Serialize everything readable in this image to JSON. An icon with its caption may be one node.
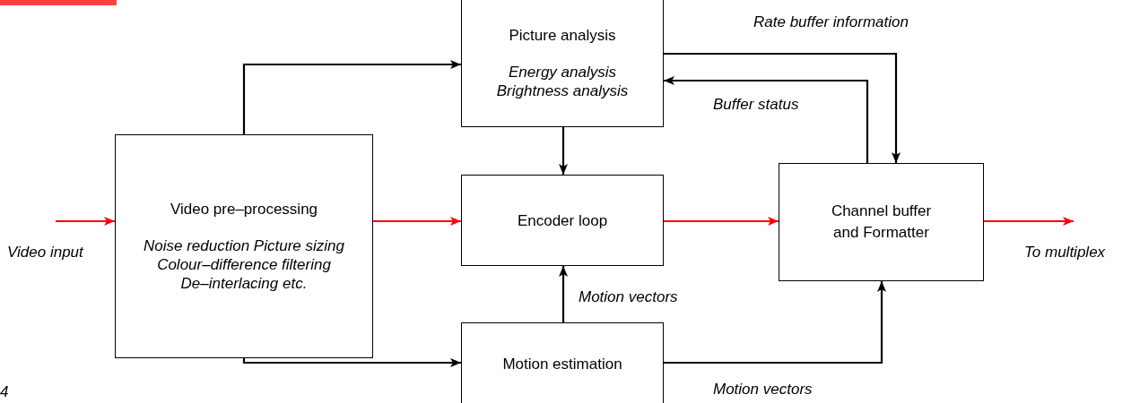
{
  "diagram": {
    "nodes": [
      {
        "text": [
          "Video pre–processing",
          "Noise reduction Picture sizing Colour–difference filtering De–interlacing etc."
        ]
      },
      {
        "text": [
          "Picture analysis",
          "Energy analysis Brightness analysis"
        ]
      },
      {
        "text": [
          "Encoder loop"
        ]
      },
      {
        "text": [
          "Motion estimation"
        ]
      },
      {
        "text": [
          "Channel buffer and Formatter"
        ]
      }
    ],
    "edges": [
      {
        "from": null,
        "to": 0,
        "arrow": "to",
        "color": "#ff0000"
      },
      {
        "from": 0,
        "to": 1,
        "arrow": "to"
      },
      {
        "from": 0,
        "to": 2,
        "arrow": "to",
        "color": "#ff0000"
      },
      {
        "from": 0,
        "to": 3,
        "arrow": "to"
      },
      {
        "from": 1,
        "to": 2,
        "arrow": "to"
      },
      {
        "from": 3,
        "to": 2,
        "arrow": "to",
        "label": "Motion vectors"
      },
      {
        "from": 2,
        "to": 4,
        "arrow": "to",
        "color": "#ff0000"
      },
      {
        "from": 1,
        "to": 4,
        "arrow": "to",
        "label": "Rate buffer information"
      },
      {
        "from": 4,
        "to": 1,
        "arrow": "to",
        "label": "Buffer status"
      },
      {
        "from": 3,
        "to": 4,
        "arrow": "to",
        "label": "Motion vectors"
      },
      {
        "from": 4,
        "to": null,
        "arrow": "to",
        "color": "#ff0000"
      }
    ],
    "labels": [
      "Video input",
      "To multiplex",
      "4"
    ]
  }
}
